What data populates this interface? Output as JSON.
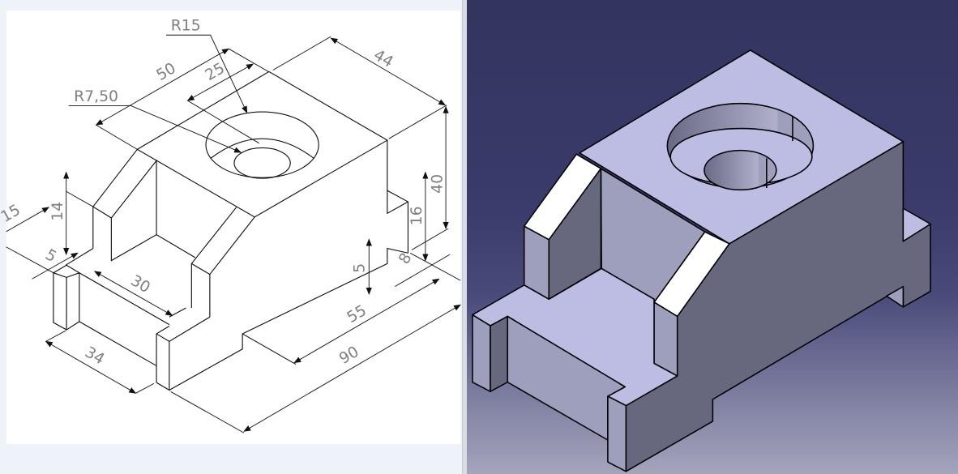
{
  "drawing": {
    "dimensions": {
      "r_outer": "R15",
      "r_inner": "R7,50",
      "d50": "50",
      "d25": "25",
      "d44": "44",
      "d40": "40",
      "d16": "16",
      "d14": "14",
      "d15": "15",
      "d5_left": "5",
      "d5_right": "5",
      "d8": "8",
      "d30": "30",
      "d34": "34",
      "d55": "55",
      "d90": "90"
    }
  },
  "render": {
    "colors": {
      "top": "#bdbde3",
      "side_dark": "#67687e",
      "side_mid": "#9e9ebd",
      "chamfer": "#ffffff"
    }
  }
}
